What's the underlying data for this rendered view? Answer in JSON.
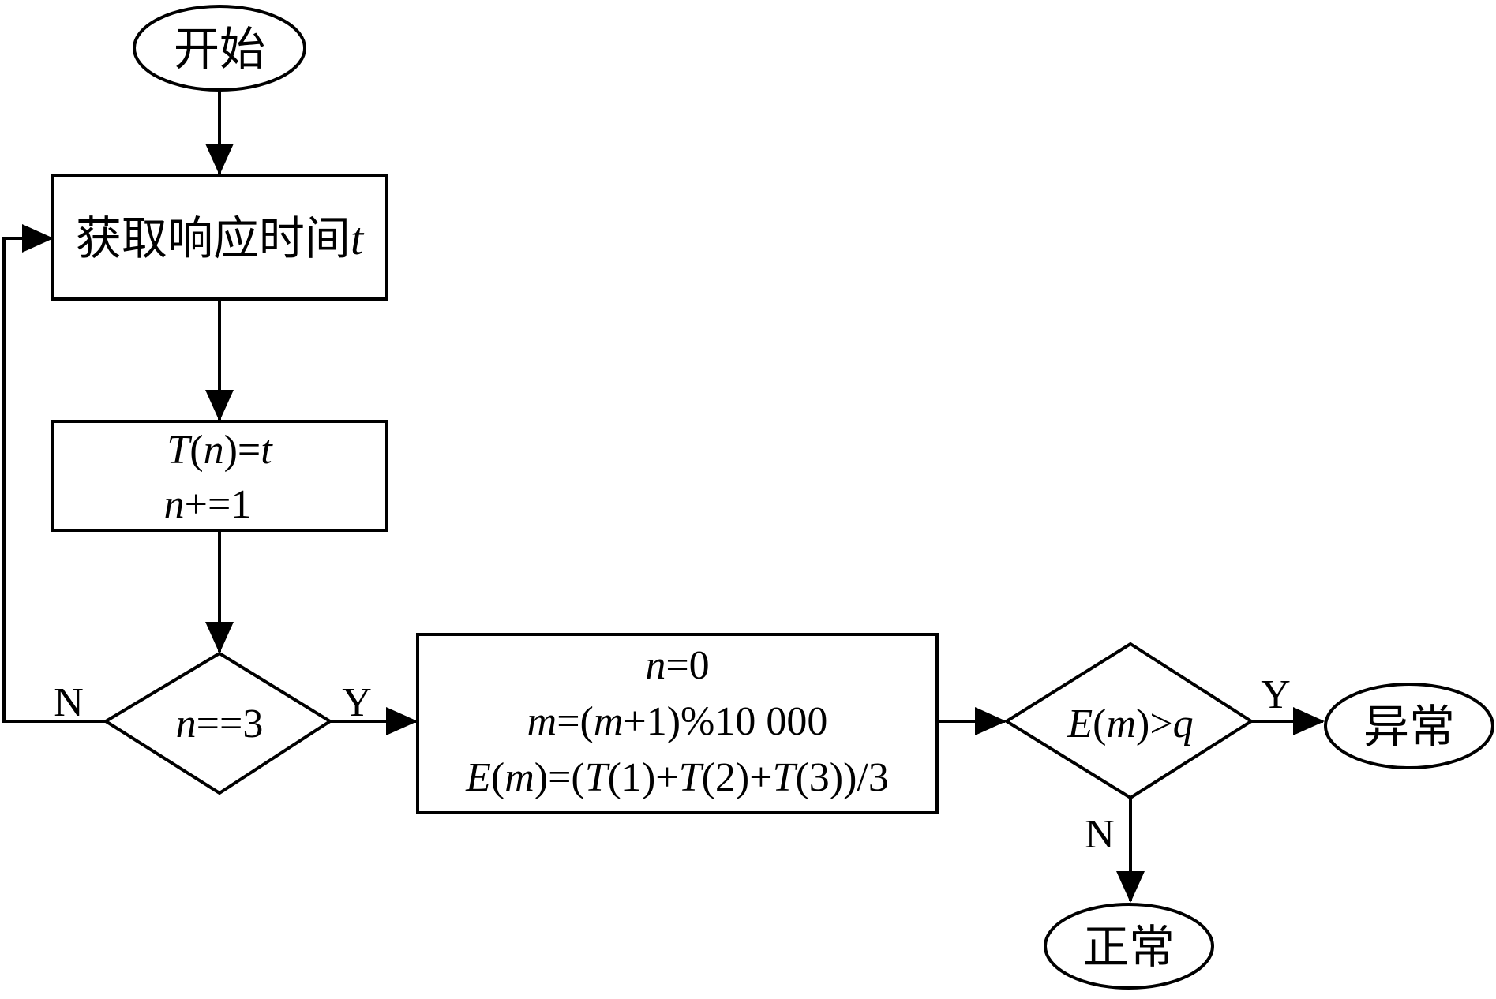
{
  "nodes": {
    "start": {
      "text": "开始"
    },
    "get_time": {
      "text": "获取响应时间",
      "var": "t"
    },
    "store": {
      "line1_a": "T",
      "line1_b": "(",
      "line1_c": "n",
      "line1_d": ")=",
      "line1_e": "t",
      "line2_a": "n",
      "line2_b": "+=1"
    },
    "check_n": {
      "var": "n",
      "rest": "==3"
    },
    "compute": {
      "line1_a": "n",
      "line1_b": "=0",
      "line2_a": "m",
      "line2_b": "=(",
      "line2_c": "m",
      "line2_d": "+1)%10 000",
      "line3_a": "E",
      "line3_b": "(",
      "line3_c": "m",
      "line3_d": ")=(",
      "line3_e": "T",
      "line3_f": "(1)+",
      "line3_g": "T",
      "line3_h": "(2)+",
      "line3_i": "T",
      "line3_j": "(3))/3"
    },
    "check_e": {
      "a": "E",
      "b": "(",
      "c": "m",
      "d": ")>",
      "e": "q"
    },
    "abnormal": {
      "text": "异常"
    },
    "normal": {
      "text": "正常"
    }
  },
  "edge_labels": {
    "n_no": "N",
    "n_yes": "Y",
    "e_yes": "Y",
    "e_no": "N"
  }
}
